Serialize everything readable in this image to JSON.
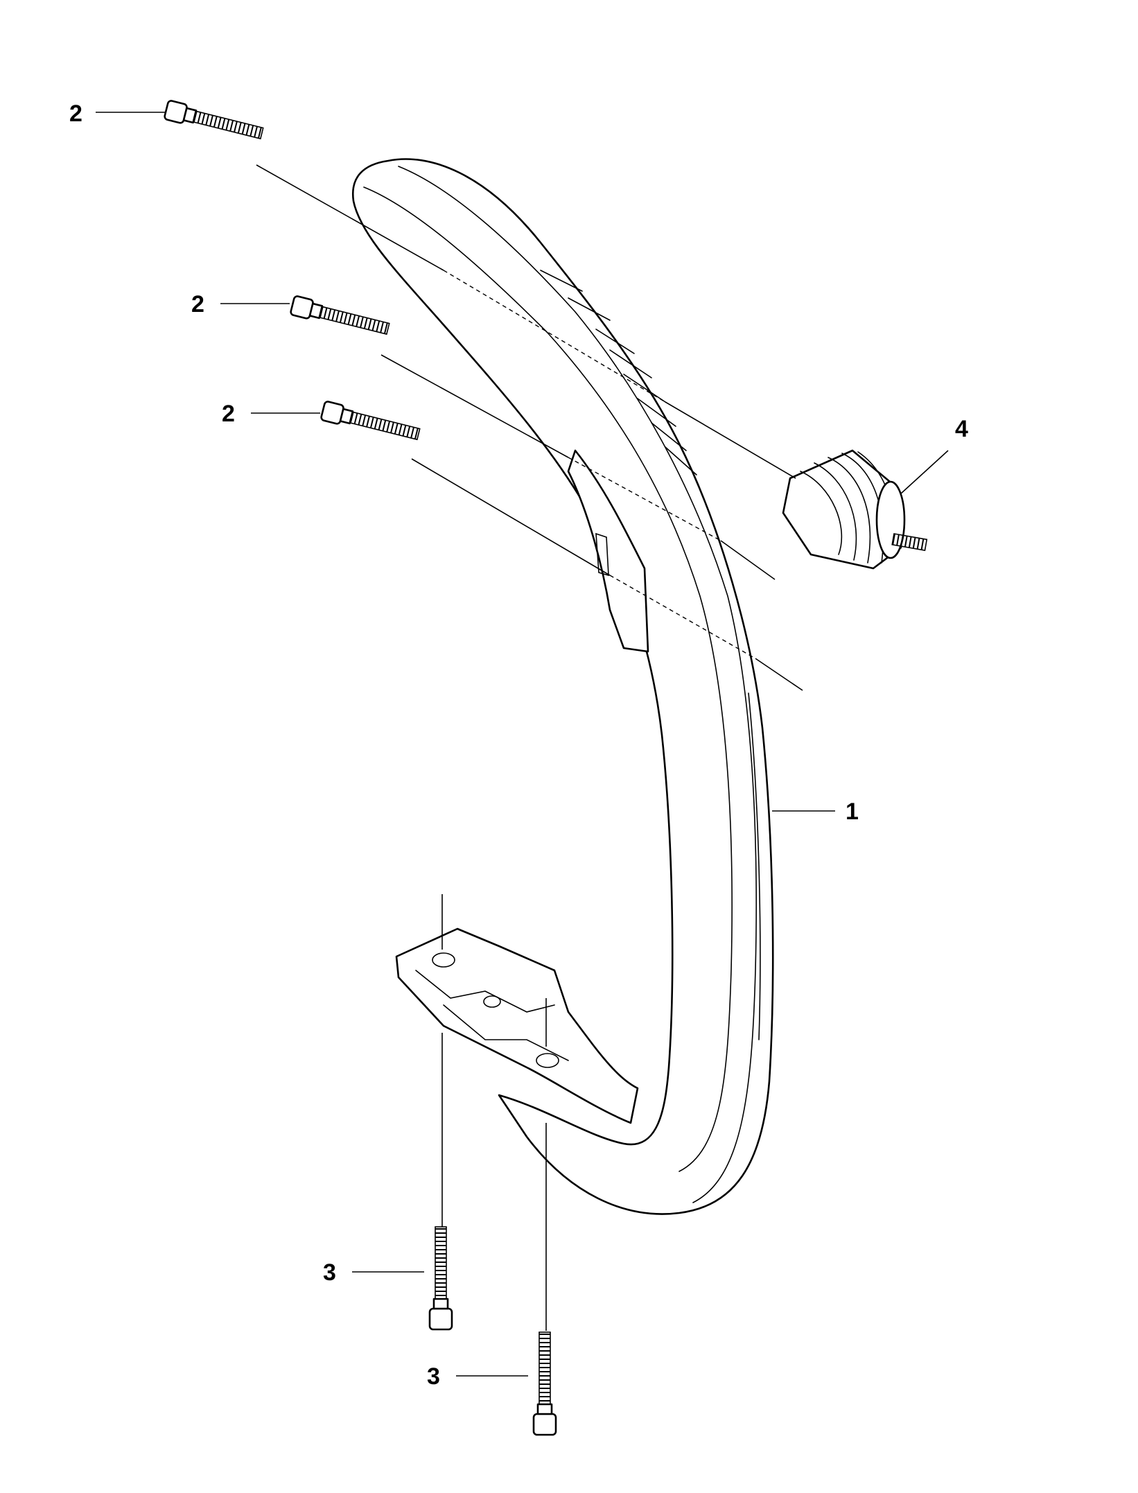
{
  "callouts": [
    {
      "id": "c1",
      "label": "1"
    },
    {
      "id": "c2a",
      "label": "2"
    },
    {
      "id": "c2b",
      "label": "2"
    },
    {
      "id": "c2c",
      "label": "2"
    },
    {
      "id": "c3a",
      "label": "3"
    },
    {
      "id": "c3b",
      "label": "3"
    },
    {
      "id": "c4",
      "label": "4"
    }
  ]
}
